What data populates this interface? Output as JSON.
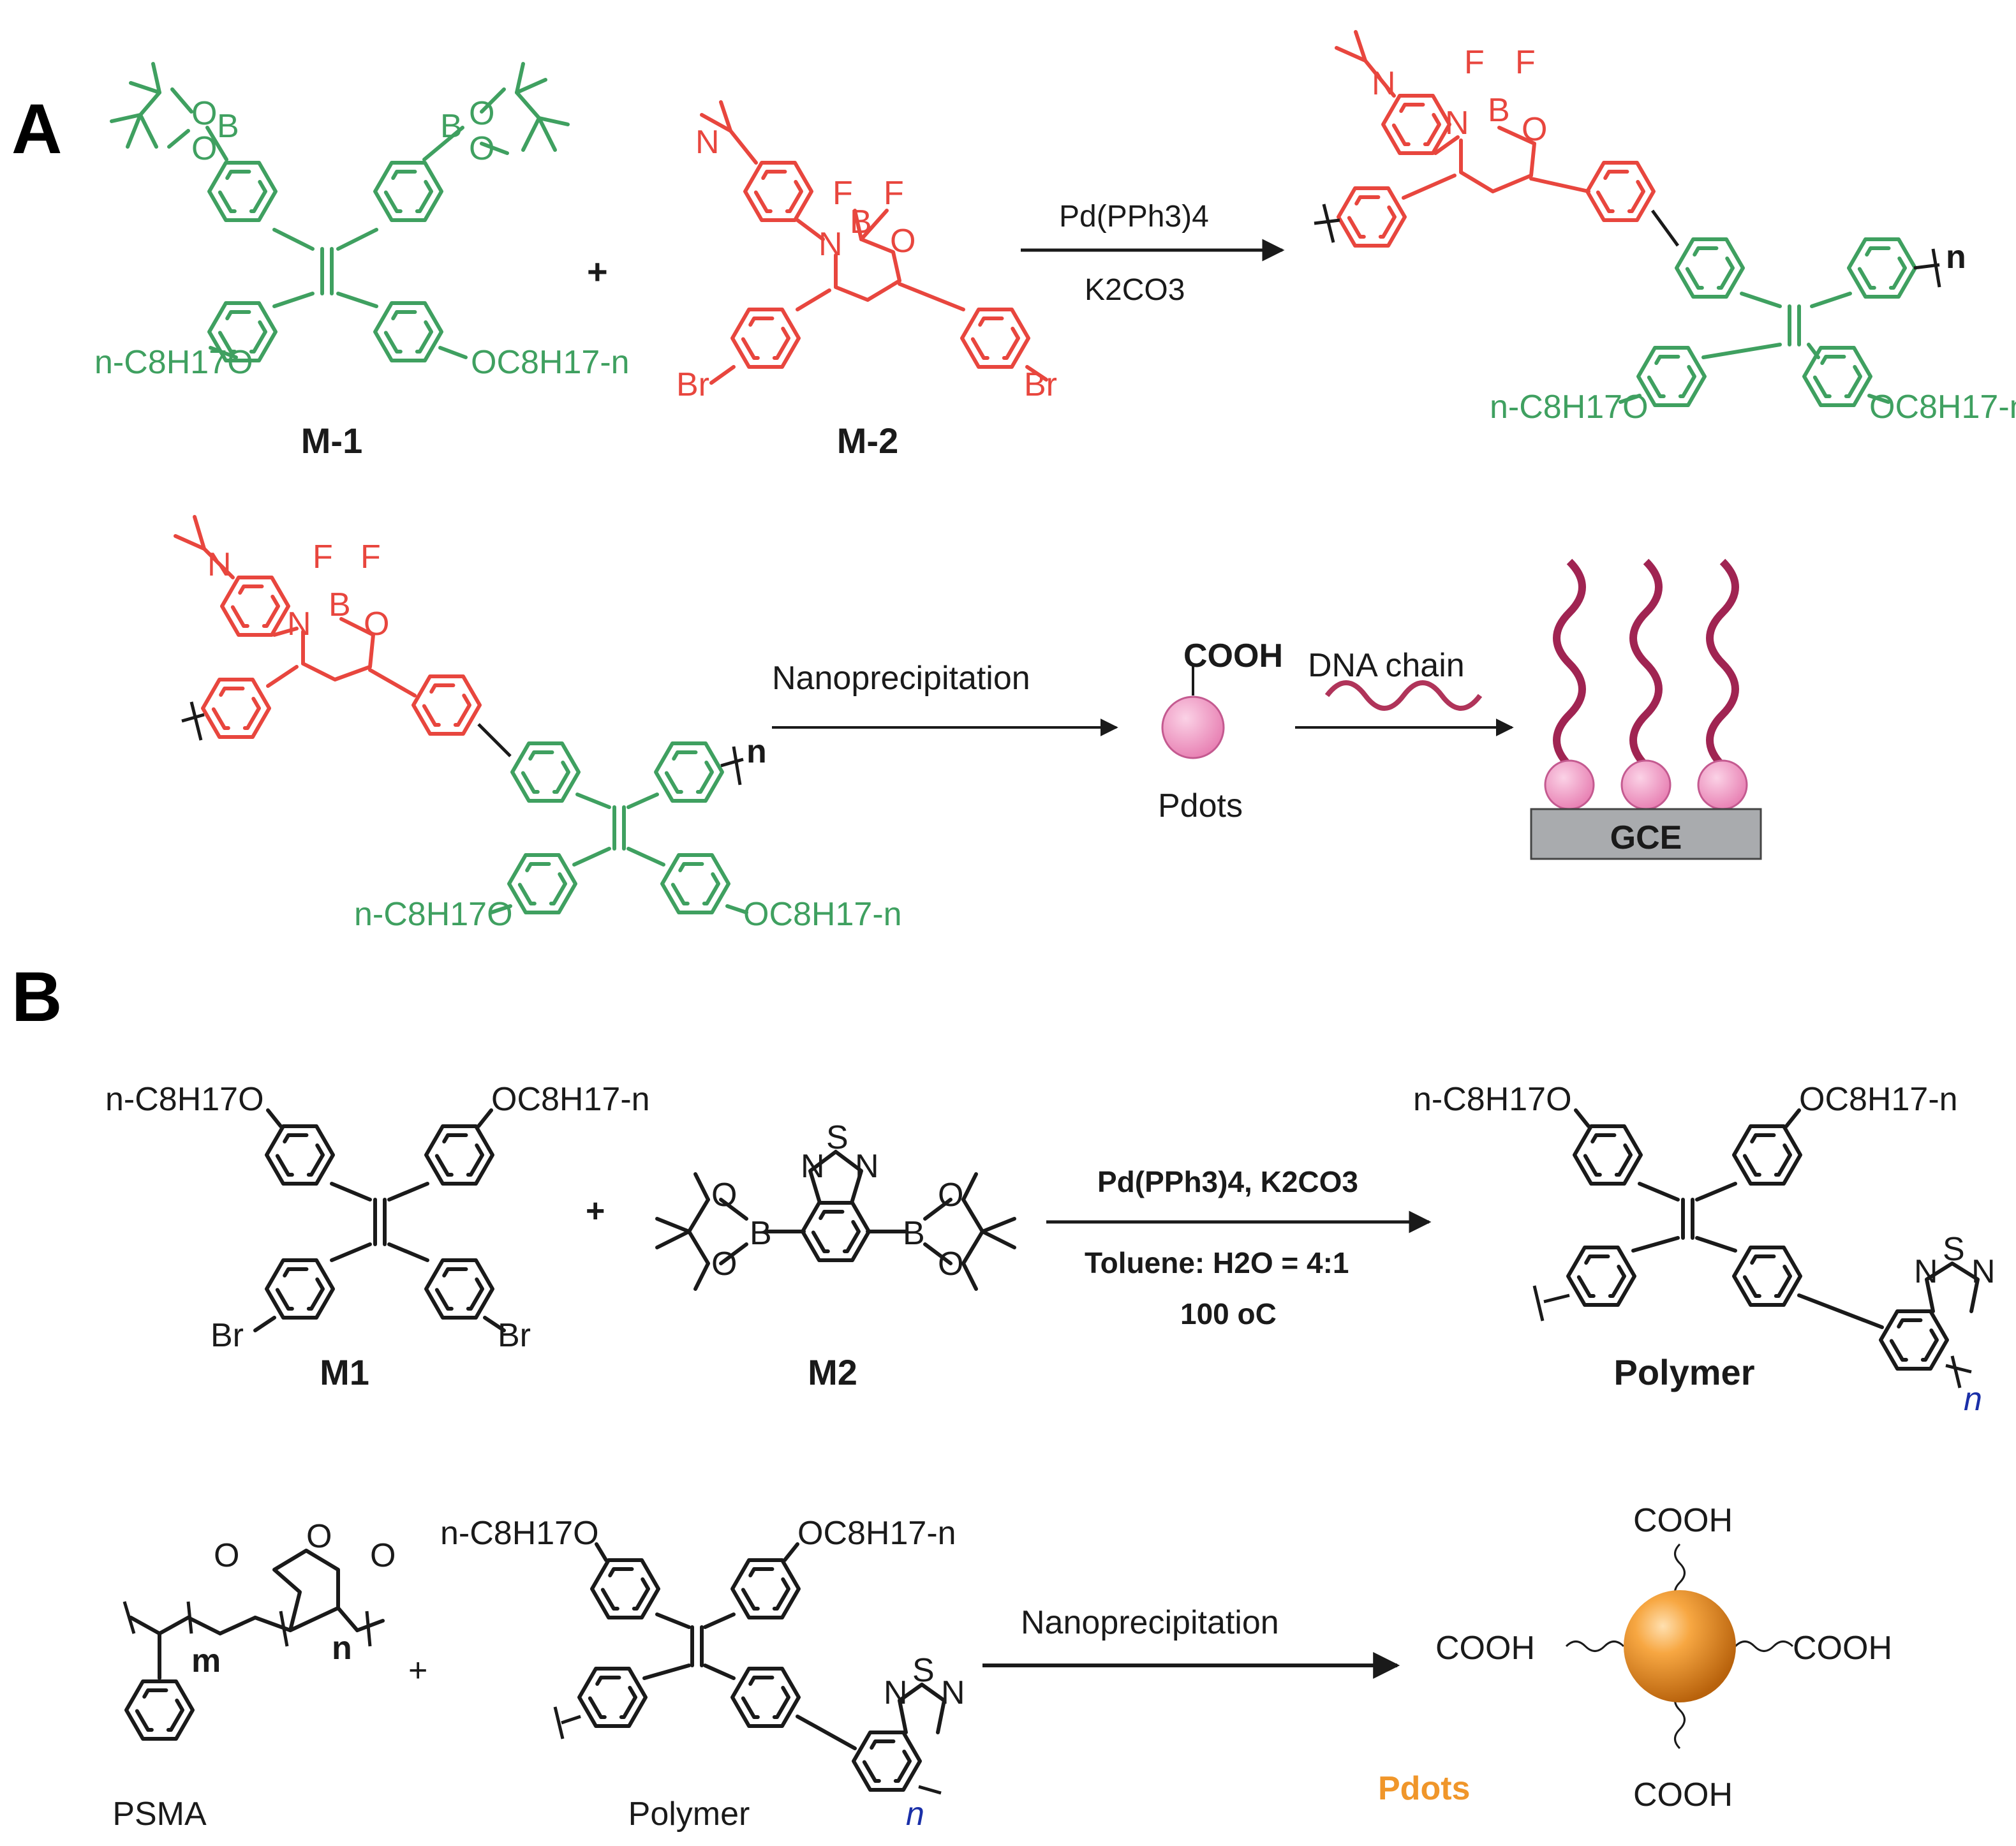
{
  "panels": {
    "a": "A",
    "b": "B"
  },
  "scheme_a": {
    "substituent_left": "n-C8H17O",
    "substituent_right": "OC8H17-n",
    "atoms": {
      "N": "N",
      "B": "B",
      "O": "O",
      "F": "F",
      "Br": "Br",
      "S": "S"
    },
    "repeat_index": "n",
    "plus": "+",
    "labels": {
      "m1": "M-1",
      "m2": "M-2"
    },
    "conditions": {
      "catalyst": "Pd(PPh3)4",
      "base": "K2CO3"
    },
    "step2": {
      "arrow1_label": "Nanoprecipitation",
      "particle_group": "COOH",
      "particle_label": "Pdots",
      "arrow2_label": "DNA chain",
      "electrode_label": "GCE"
    }
  },
  "scheme_b": {
    "labels": {
      "m1": "M1",
      "m2": "M2",
      "polymer": "Polymer"
    },
    "conditions": {
      "reagents": "Pd(PPh3)4, K2CO3",
      "solvent": "Toluene: H2O = 4:1",
      "temperature": "100 oC"
    },
    "step2": {
      "psma_label": "PSMA",
      "polymer_label": "Polymer",
      "arrow_label": "Nanoprecipitation",
      "m_index": "m",
      "n_index": "n",
      "carboxyl": "COOH",
      "pdots_label": "Pdots"
    }
  },
  "colors": {
    "monomer_green": "#3fa060",
    "boron_red": "#e8463e",
    "dna": "#b0345a",
    "particle_pink": "#ef90c0",
    "particle_orange": "#f0962a",
    "electrode_gray": "#a9abae",
    "index_blue": "#1a2fa8"
  }
}
